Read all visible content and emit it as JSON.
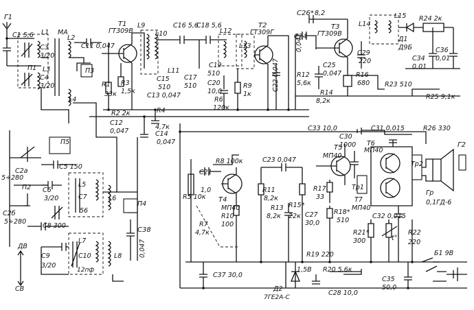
{
  "labels": {
    "G1": "Г1",
    "C1": "С1 5,6",
    "L1": "L1",
    "MA": "МА",
    "C3": "С3",
    "C3v": "3/20",
    "P1": "П1",
    "L3": "L3",
    "C4": "С4",
    "C4v": "3/20",
    "L2": "L2",
    "L4": "L4",
    "C11": "С11 0,047",
    "P3": "П3",
    "T1": "Т1",
    "T1t": "ГТ309В",
    "R1": "R1",
    "R1v": "33к",
    "R3": "R3",
    "R3v": "1,5к",
    "R2": "R2 2к",
    "C12": "С12",
    "C12v": "0,047",
    "L9": "L9",
    "L10": "L10",
    "L11": "L11",
    "C15": "С15",
    "C15v": "510",
    "C13": "С13 0,047",
    "C16": "С16 5,6",
    "C17": "С17",
    "C17v": "510",
    "C18": "С18 5,6",
    "L12": "L12",
    "L13": "L13",
    "C19": "С19",
    "C19v": "510",
    "C20": "С20",
    "C20v": "10,0",
    "R6": "R6",
    "R6v": "120к",
    "R4": "R4",
    "R4v": "4,7к",
    "C14": "С14",
    "C14v": "0,047",
    "T2": "Т2",
    "T2t": "ГТ309Г",
    "R9": "R9",
    "R9v": "1к",
    "C22": "С22 0,047",
    "C24": "С24",
    "C24v": "0,047",
    "R12": "R12",
    "R12v": "5,6к",
    "C25": "С25",
    "C25v": "0,047",
    "R14": "R14",
    "R14v": "8,2к",
    "C26": "С26*",
    "C26v": "8,2",
    "T3": "Т3",
    "T3t": "ГТ309В",
    "L14": "L14",
    "L15": "L15",
    "C29": "С29",
    "C29v": "220",
    "R16": "R16",
    "R16v": "680",
    "D1": "Д1",
    "D1t": "Д9Б",
    "R24": "R24 2к",
    "C34": "С34",
    "C34v": "0,01",
    "C36": "С36",
    "C36v": "0,01",
    "R23": "R23 510",
    "R25": "R25 9,1к",
    "P5": "П5",
    "C5": "С5 150",
    "C2a": "С2а",
    "C2av": "5÷280",
    "P2": "П2",
    "C6": "С6",
    "C6v": "3/20",
    "L5": "L5",
    "C7": "С7",
    "C7v": "56",
    "L6": "L6",
    "P4": "П4",
    "C2b": "С2б",
    "C2bv": "5÷280",
    "C8": "С8 300",
    "C38": "С38",
    "C38v": "0,047",
    "DV": "ДВ",
    "C9": "С9",
    "C9v": "3/20",
    "L7": "L7",
    "C10": "С10",
    "C10v": "12пф",
    "L8": "L8",
    "SV": "СВ",
    "C33": "С33 10,0",
    "C31": "С31 0,015",
    "R26": "R26 330",
    "G2": "Г2",
    "R8": "R8 100к",
    "C21": "С21",
    "C21v": "1,0",
    "C23": "С23 0,047",
    "T5": "Т5",
    "T5t": "МП40",
    "C30": "С30",
    "C30v": "1000",
    "T6": "Т6",
    "T6t": "МП40",
    "Tr2": "Тр2",
    "R5": "R5 10к",
    "T4": "Т4",
    "T4t": "МП40",
    "R10": "R10",
    "R10v": "100",
    "R11": "R11",
    "R11v": "8,2к",
    "R13": "R13",
    "R13v": "8,2к",
    "R15": "R15*",
    "R15v": "22к",
    "R7": "R7",
    "R7v": "4,7к",
    "C27": "С27",
    "C27v": "30,0",
    "R17": "R17",
    "R17v": "33",
    "R18": "R18*",
    "R18v": "510",
    "Tr1": "Тр1",
    "T7": "Т7",
    "T7t": "МП40",
    "C32": "С32 0,015",
    "Gr": "Гр",
    "Grt": "0,1ГД-6",
    "R21": "R21*",
    "R21v": "300",
    "t": "t°",
    "R22": "R22",
    "R22v": "220",
    "R19": "R19 220",
    "B1": "Б1 9В",
    "C37": "С37 30,0",
    "V15": "1,5В",
    "R20": "R20 5,6к",
    "D2": "Д2",
    "D2t": "7ГЕ2А-С",
    "C28": "С28 10,0",
    "C35": "С35",
    "C35v": "50,0"
  }
}
